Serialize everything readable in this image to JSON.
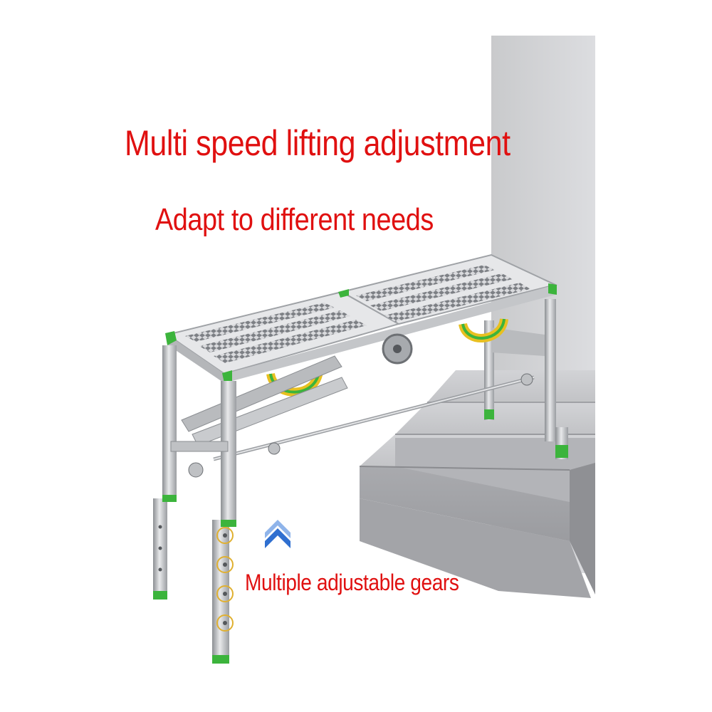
{
  "headlines": {
    "line1": "Multi speed lifting adjustment",
    "line2": "Adapt to different needs"
  },
  "callout": {
    "caption": "Multiple adjustable gears",
    "arrow_icon": "double-chevron-up-icon",
    "gear_hole_count": 4
  },
  "colors": {
    "text_red": "#e01010",
    "frame_green": "#3cb43c",
    "strap_yellow": "#e8c020",
    "arrow_blue": "#2f6fd0",
    "gear_ring": "#e0b030"
  }
}
